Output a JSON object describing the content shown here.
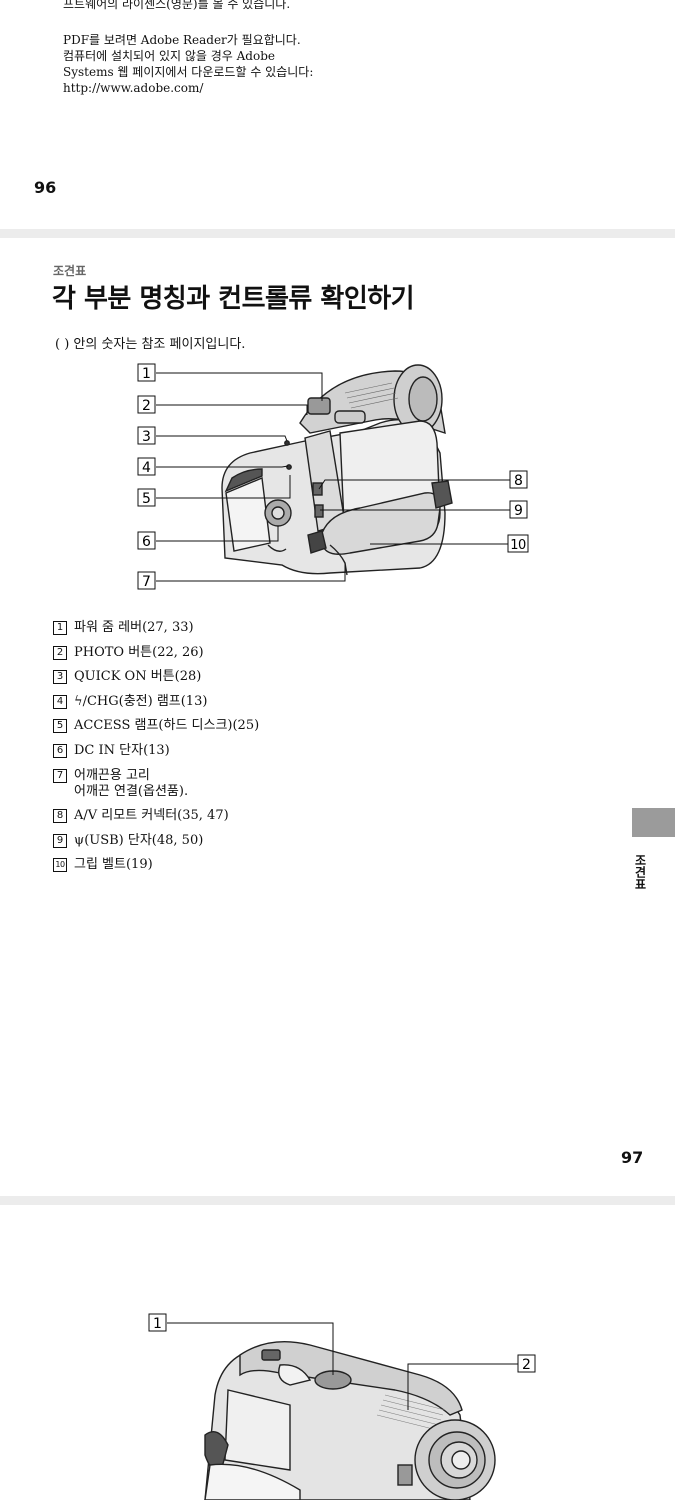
{
  "page96": {
    "lines": [
      "프트웨어의 라이센스(영문)를 볼 수 있습니다.",
      "PDF를 보려면 Adobe Reader가 필요합니다.",
      "컴퓨터에 설치되어 있지 않을 경우 Adobe",
      "Systems 웹 페이지에서 다운로드할 수 있습니다:",
      "http://www.adobe.com/"
    ],
    "page_number": "96"
  },
  "page97": {
    "section_label": "조견표",
    "title": "각 부분 명칭과 컨트롤류 확인하기",
    "note": "( ) 안의 숫자는 참조 페이지입니다.",
    "callouts": [
      "1",
      "2",
      "3",
      "4",
      "5",
      "6",
      "7",
      "8",
      "9",
      "10"
    ],
    "legend": [
      {
        "num": "1",
        "text": "파워 줌 레버(27, 33)"
      },
      {
        "num": "2",
        "text": "PHOTO 버튼(22, 26)"
      },
      {
        "num": "3",
        "text": "QUICK ON 버튼(28)"
      },
      {
        "num": "4",
        "text": "ϟ/CHG(충전) 램프(13)"
      },
      {
        "num": "5",
        "text": "ACCESS 램프(하드 디스크)(25)"
      },
      {
        "num": "6",
        "text": "DC IN 단자(13)"
      },
      {
        "num": "7",
        "text": "어깨끈용 고리",
        "text2": "어깨끈 연결(옵션품)."
      },
      {
        "num": "8",
        "text": "A/V 리모트 커넥터(35, 47)"
      },
      {
        "num": "9",
        "text": "ψ(USB) 단자(48, 50)"
      },
      {
        "num": "10",
        "text": "그립 벨트(19)"
      }
    ],
    "side_label": "조견표",
    "page_number": "97"
  },
  "page98": {
    "callouts": [
      "1",
      "2"
    ]
  }
}
